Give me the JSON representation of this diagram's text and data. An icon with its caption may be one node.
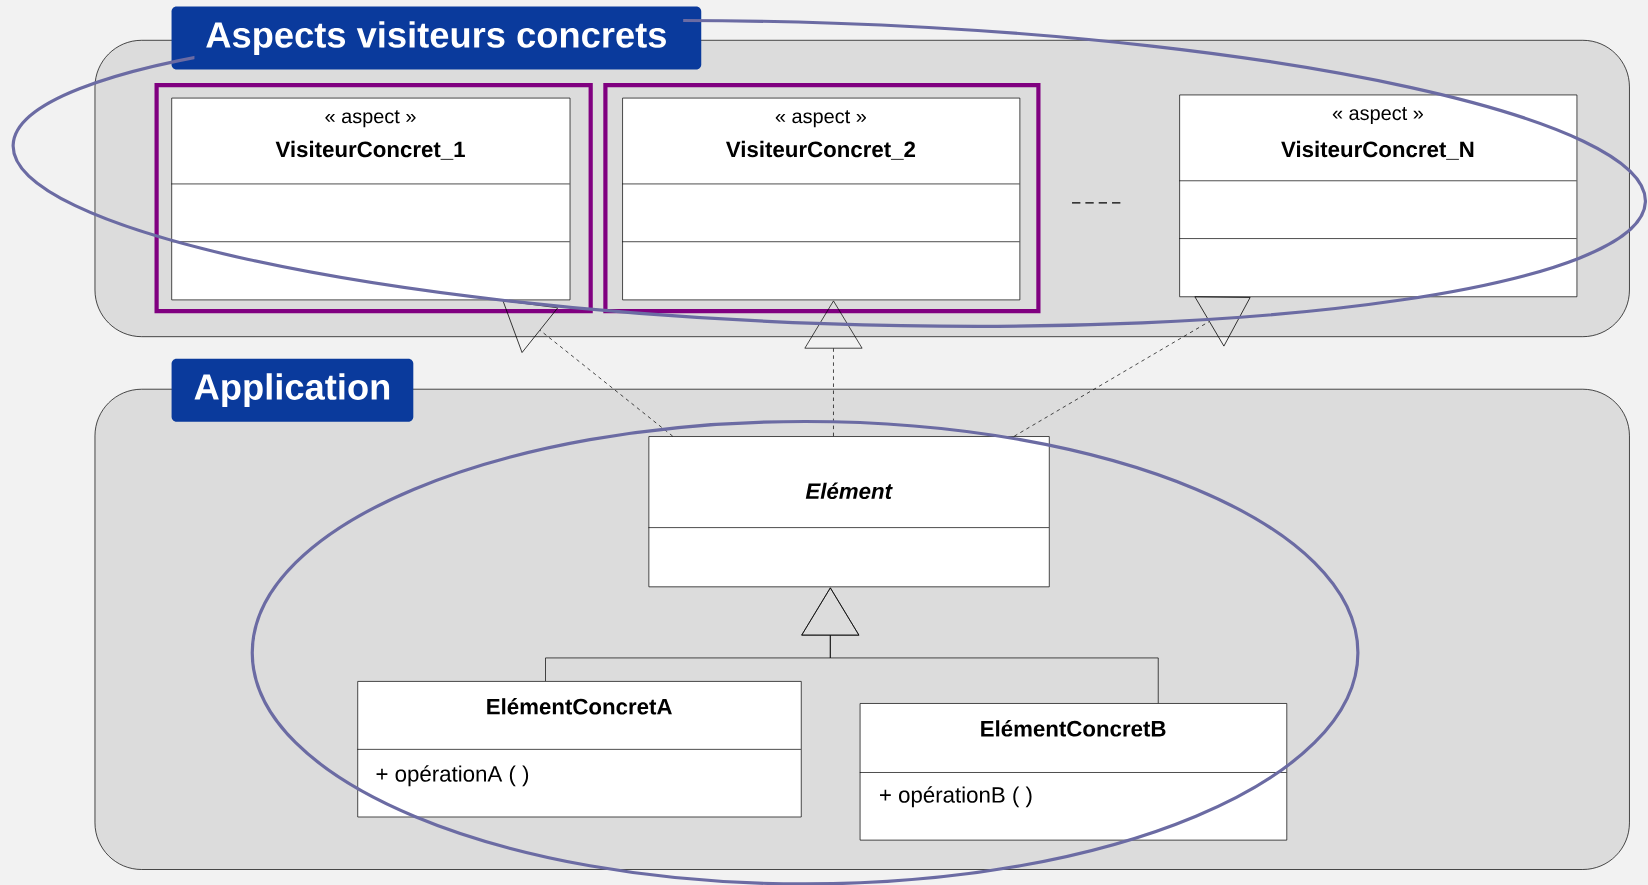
{
  "diagram": {
    "nodes": [
      {
        "text": [
          "Aspects visiteurs concrets"
        ]
      },
      {
        "text": [
          "« aspect »",
          "VisiteurConcret_1"
        ],
        "in": 0
      },
      {
        "text": [
          "« aspect »",
          "VisiteurConcret_2"
        ],
        "in": 0
      },
      {
        "text": [
          "« aspect »",
          "VisiteurConcret_N"
        ],
        "in": 0
      },
      {
        "text": [
          "Application"
        ]
      },
      {
        "text": [
          "Elément"
        ],
        "in": 4
      },
      {
        "text": [
          "ElémentConcretA",
          "+ opérationA (  )"
        ],
        "in": 4
      },
      {
        "text": [
          "ElémentConcretB",
          "+ opérationB (  )"
        ],
        "in": 4
      }
    ],
    "edges": [
      {
        "from": 5,
        "to": 1,
        "arrow": "to",
        "style": "dashed"
      },
      {
        "from": 5,
        "to": 2,
        "arrow": "to",
        "style": "dashed"
      },
      {
        "from": 5,
        "to": 3,
        "arrow": "to",
        "style": "dashed"
      },
      {
        "from": 6,
        "to": 5,
        "arrow": "to"
      },
      {
        "from": 7,
        "to": 5,
        "arrow": "to"
      }
    ]
  }
}
